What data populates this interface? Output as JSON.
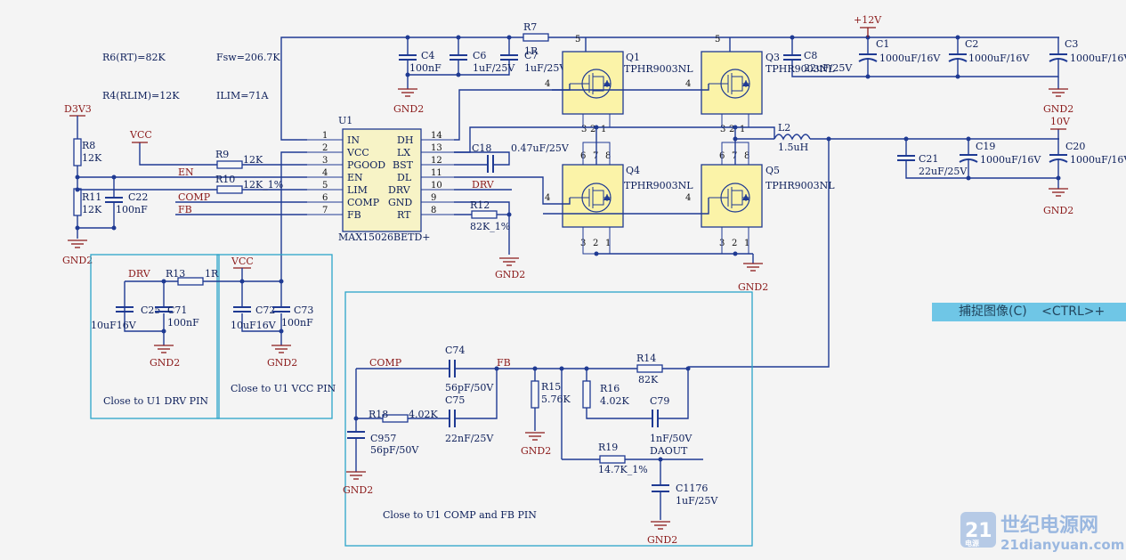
{
  "notes": {
    "rt": "R6(RT)=82K",
    "rlim": "R4(RLIM)=12K",
    "fsw": "Fsw=206.7K",
    "ilim": "ILIM=71A"
  },
  "u1": {
    "ref": "U1",
    "part": "MAX15026BETD+",
    "left_pins": [
      {
        "n": "1",
        "name": "IN"
      },
      {
        "n": "2",
        "name": "VCC"
      },
      {
        "n": "3",
        "name": "PGOOD"
      },
      {
        "n": "4",
        "name": "EN"
      },
      {
        "n": "5",
        "name": "LIM"
      },
      {
        "n": "6",
        "name": "COMP"
      },
      {
        "n": "7",
        "name": "FB"
      }
    ],
    "right_pins": [
      {
        "n": "14",
        "name": "DH"
      },
      {
        "n": "13",
        "name": "LX"
      },
      {
        "n": "12",
        "name": "BST"
      },
      {
        "n": "11",
        "name": "DL"
      },
      {
        "n": "10",
        "name": "DRV"
      },
      {
        "n": "9",
        "name": "GND"
      },
      {
        "n": "8",
        "name": "RT"
      }
    ]
  },
  "mosfets": [
    {
      "ref": "Q1",
      "part": "TPHR9003NL"
    },
    {
      "ref": "Q3",
      "part": "TPHR9003NL"
    },
    {
      "ref": "Q4",
      "part": "TPHR9003NL"
    },
    {
      "ref": "Q5",
      "part": "TPHR9003NL"
    }
  ],
  "fet_pins": {
    "s1": "1",
    "s2": "2",
    "s3": "3",
    "gate": "4",
    "d5": "5",
    "d6": "6",
    "d7": "7",
    "d8": "8"
  },
  "components": {
    "R7": {
      "ref": "R7",
      "value": "1R"
    },
    "C4": {
      "ref": "C4",
      "value": "100nF"
    },
    "C6": {
      "ref": "C6",
      "value": "1uF/25V"
    },
    "C7": {
      "ref": "C7",
      "value": "1uF/25V"
    },
    "C8": {
      "ref": "C8",
      "value": "22uF/25V"
    },
    "C1": {
      "ref": "C1",
      "value": "1000uF/16V"
    },
    "C2": {
      "ref": "C2",
      "value": "1000uF/16V"
    },
    "C3": {
      "ref": "C3",
      "value": "1000uF/16V"
    },
    "R8": {
      "ref": "R8",
      "value": "12K"
    },
    "R11": {
      "ref": "R11",
      "value": "12K"
    },
    "C22": {
      "ref": "C22",
      "value": "100nF"
    },
    "R9": {
      "ref": "R9",
      "value": "12K"
    },
    "R10": {
      "ref": "R10",
      "value": "12K_1%"
    },
    "C18": {
      "ref": "C18",
      "value": "0.47uF/25V"
    },
    "R12": {
      "ref": "R12",
      "value": "82K_1%"
    },
    "L2": {
      "ref": "L2",
      "value": "1.5uH"
    },
    "C21": {
      "ref": "C21",
      "value": "22uF/25V"
    },
    "C19": {
      "ref": "C19",
      "value": "1000uF/16V"
    },
    "C20": {
      "ref": "C20",
      "value": "1000uF/16V"
    },
    "R13": {
      "ref": "R13",
      "value": "1R"
    },
    "C25": {
      "ref": "C25",
      "value": "10uF16V"
    },
    "C71": {
      "ref": "C71",
      "value": "100nF"
    },
    "C72": {
      "ref": "C72",
      "value": "10uF16V"
    },
    "C73": {
      "ref": "C73",
      "value": "100nF"
    },
    "C74": {
      "ref": "C74",
      "value": "56pF/50V"
    },
    "C75": {
      "ref": "C75",
      "value": "22nF/25V"
    },
    "R18": {
      "ref": "R18",
      "value": "4.02K"
    },
    "C957": {
      "ref": "C957",
      "value": "56pF/50V"
    },
    "R15": {
      "ref": "R15",
      "value": "5.76K"
    },
    "R16": {
      "ref": "R16",
      "value": "4.02K"
    },
    "R14": {
      "ref": "R14",
      "value": "82K"
    },
    "C79": {
      "ref": "C79",
      "value": "1nF/50V"
    },
    "R19": {
      "ref": "R19",
      "value": "14.7K_1%"
    },
    "C1176": {
      "ref": "C1176",
      "value": "1uF/25V"
    }
  },
  "nets": {
    "d3v3": "D3V3",
    "vcc": "VCC",
    "en": "EN",
    "comp": "COMP",
    "fb": "FB",
    "drv": "DRV",
    "gnd2": "GND2",
    "p12v": "+12V",
    "v10": "10V",
    "daout": "DAOUT"
  },
  "box_notes": {
    "drv": "Close to U1 DRV PIN",
    "vcc": "Close to U1 VCC PIN",
    "compfb": "Close to U1 COMP and FB PIN"
  },
  "capture_button": {
    "label": "捕捉图像(C)",
    "shortcut": "<CTRL>+"
  },
  "watermark": {
    "title": "世纪电源网",
    "site": "21dianyuan.com",
    "logo_num": "21",
    "logo_sub": "电源"
  },
  "colors": {
    "wire": "#1f3a93",
    "power": "#8b1a1a",
    "ic_fill": "#f7f3c6",
    "fet_fill": "#fbf3a8",
    "note_box": "#2ba5c9",
    "button": "#6fc6e6"
  }
}
